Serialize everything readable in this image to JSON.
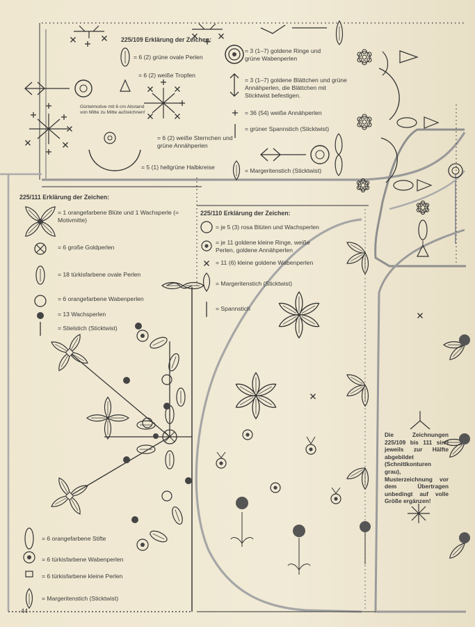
{
  "page_number": "44",
  "sec109": {
    "title": "225/109  Erklärung der Zeichen:",
    "motif_note": "Gürtelmotive mit 6 cm Abstand von Mitte zu Mitte aufzeichnen!",
    "items": [
      "= 6 (2) grüne ovale Perlen",
      "= 6 (2) weiße Tropfen",
      "= 6 (2) weiße Sternchen und grüne Annähperlen",
      "= 5 (1) hellgrüne Halbkreise",
      "= 3 (1–7) goldene Ringe und grüne Wabenperlen",
      "= 3 (1–7) goldene Blättchen und grüne Annähperlen, die Blättchen mit Sticktwist befestigen.",
      "= 36 (54) weiße Annähperlen",
      "= grüner Spannstich (Sticktwist)",
      "= Margeritenstich (Sticktwist)"
    ]
  },
  "sec111": {
    "title": "225/111  Erklärung der Zeichen:",
    "items": [
      "= 1 orangefarbene Blüte und 1 Wachsperle (= Motivmitte)",
      "= 6 große Goldperlen",
      "= 18 türkisfarbene ovale Perlen",
      "= 6 orangefarbene Wabenperlen",
      "= 13 Wachsperlen",
      "= Stielstich (Sticktwist)",
      "= 6 orangefarbene Stifte",
      "= 6 türkisfarbene Wabenperlen",
      "= 6 türkisfarbene kleine Perlen",
      "= Margeritenstich (Sticktwist)"
    ]
  },
  "sec110": {
    "title": "225/110  Erklärung der Zeichen:",
    "items": [
      "= je 5 (3) rosa Blüten und Wachsperlen",
      "= je 11 goldene kleine Ringe, weiße Perlen, goldene Annähperlen",
      "= 11 (6) kleine goldene Wabenperlen",
      "= Margeritenstich (Sticktwist)",
      "= Spannstich"
    ]
  },
  "side_note": "Die Zeichnungen 225/109 bis 111 sind jeweils zur Hälfte abgebildet (Schnittkonturen grau), Musterzeichnung vor dem Übertragen unbedingt auf volle Größe ergänzen!"
}
